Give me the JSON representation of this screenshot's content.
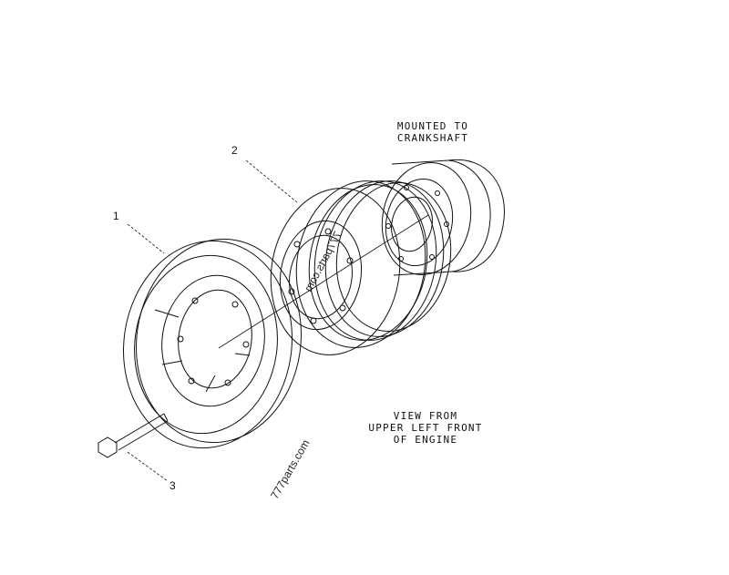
{
  "diagram": {
    "note_mounted": [
      "MOUNTED TO",
      "CRANKSHAFT"
    ],
    "note_view": [
      "VIEW FROM",
      "UPPER LEFT FRONT",
      "OF ENGINE"
    ],
    "callouts": [
      "1",
      "2",
      "3"
    ],
    "watermark_1": "777parts.com",
    "watermark_2": "777parts.com"
  }
}
